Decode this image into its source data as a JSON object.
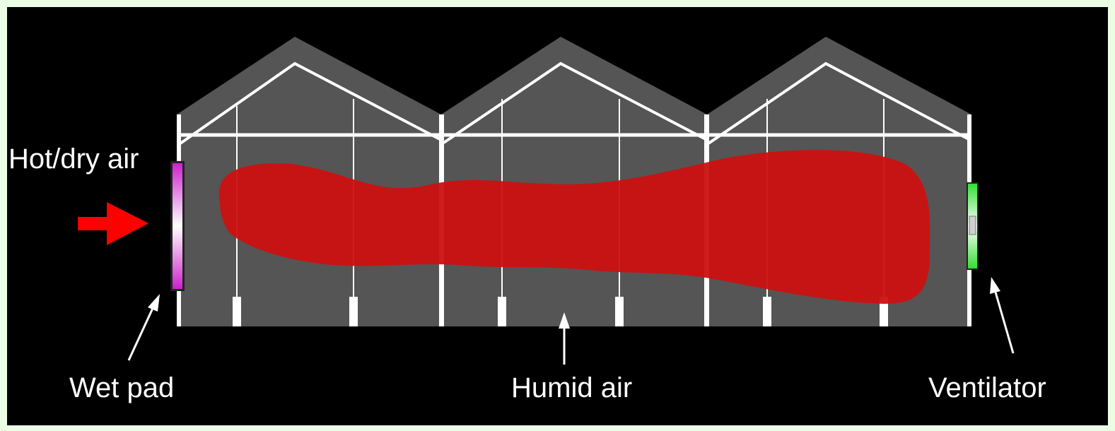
{
  "diagram": {
    "labels": {
      "hot_dry_air": "Hot/dry air",
      "wet_pad": "Wet pad",
      "humid_air": "Humid air",
      "ventilator": "Ventilator"
    },
    "colors": {
      "outer_border": "#ecfde6",
      "background": "#000000",
      "greenhouse": "#555555",
      "frame": "#ffffff",
      "humid_air_plume": "#cc1111",
      "inlet_arrow": "#ff0000",
      "wet_pad_gradient": [
        "#d020d0",
        "#ffffff",
        "#d020d0"
      ],
      "ventilator": "#33dd33"
    },
    "icons": [
      "inlet-arrow-icon",
      "wet-pad-icon",
      "ventilator-icon",
      "pointer-arrow-icon"
    ]
  }
}
